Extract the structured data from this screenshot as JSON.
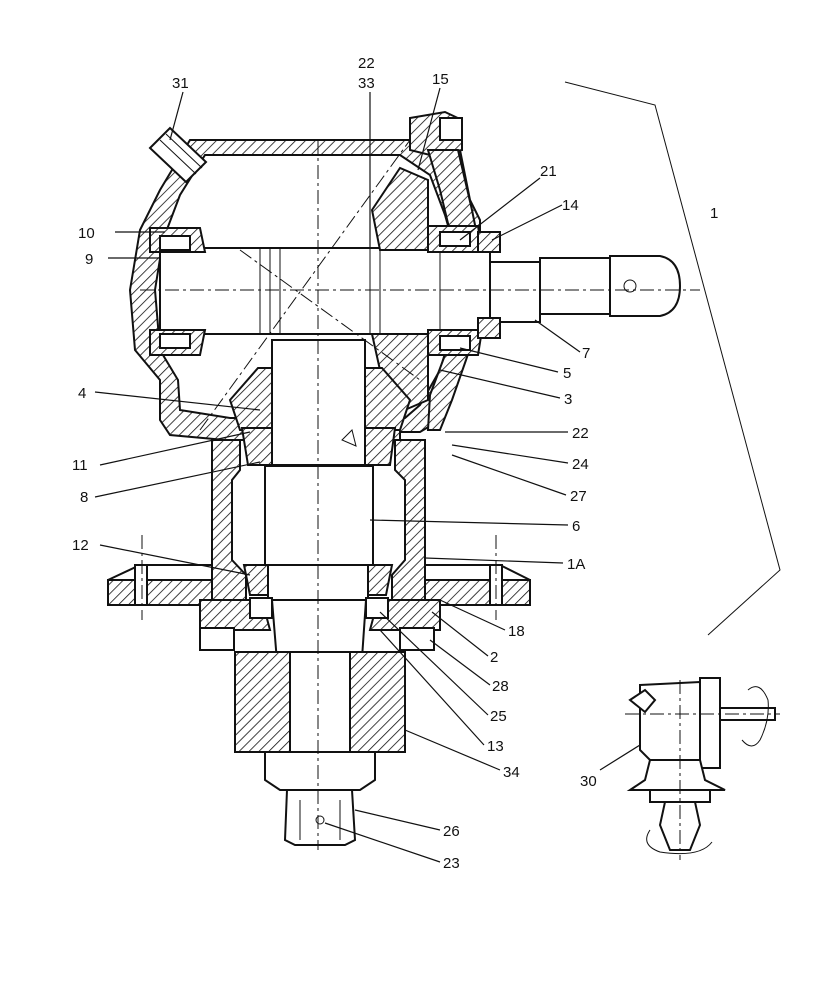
{
  "callouts": {
    "c31": "31",
    "c22_top": "22",
    "c33": "33",
    "c15": "15",
    "c21": "21",
    "c14": "14",
    "c1": "1",
    "c10": "10",
    "c9": "9",
    "c7": "7",
    "c5": "5",
    "c4": "4",
    "c3": "3",
    "c22_mid": "22",
    "c11": "11",
    "c24": "24",
    "c8": "8",
    "c27": "27",
    "c6": "6",
    "c12": "12",
    "c1A": "1A",
    "c18": "18",
    "c2": "2",
    "c28": "28",
    "c25": "25",
    "c13": "13",
    "c34": "34",
    "c30": "30",
    "c26": "26",
    "c23": "23"
  }
}
